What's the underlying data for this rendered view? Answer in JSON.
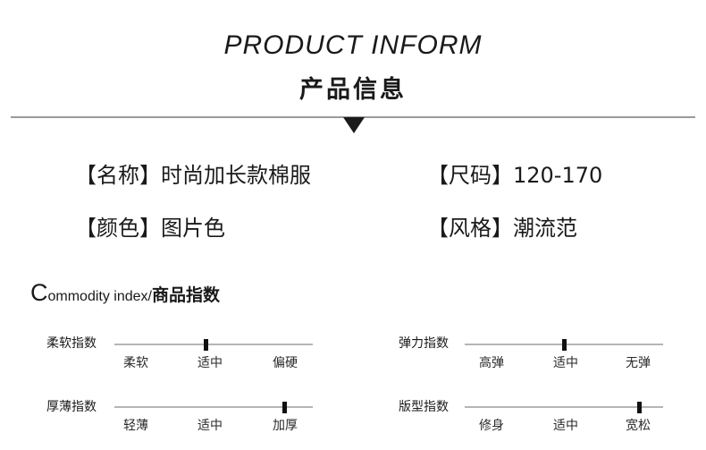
{
  "header": {
    "title_en": "PRODUCT INFORM",
    "title_cn": "产品信息"
  },
  "info": {
    "name": "【名称】时尚加长款棉服",
    "size": "【尺码】120-170",
    "color": "【颜色】图片色",
    "style": "【风格】潮流范"
  },
  "index_section": {
    "title_big": "C",
    "title_rest": "ommodity index",
    "title_sep": "/",
    "title_cn": "商品指数"
  },
  "ratings": [
    {
      "label": "柔软指数",
      "ticks": [
        "柔软",
        "适中",
        "偏硬"
      ],
      "level": 0.46
    },
    {
      "label": "弹力指数",
      "ticks": [
        "高弹",
        "适中",
        "无弹"
      ],
      "level": 0.5
    },
    {
      "label": "厚薄指数",
      "ticks": [
        "轻薄",
        "适中",
        "加厚"
      ],
      "level": 0.86
    },
    {
      "label": "版型指数",
      "ticks": [
        "修身",
        "适中",
        "宽松"
      ],
      "level": 0.88
    }
  ]
}
